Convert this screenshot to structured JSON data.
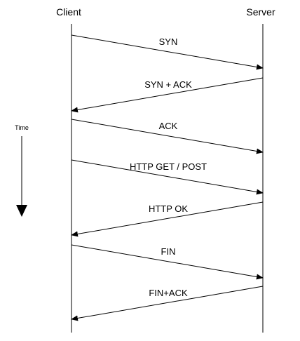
{
  "actors": {
    "client": "Client",
    "server": "Server"
  },
  "time_label": "Time",
  "messages": [
    {
      "label": "SYN",
      "from": "client",
      "to": "server"
    },
    {
      "label": "SYN + ACK",
      "from": "server",
      "to": "client"
    },
    {
      "label": "ACK",
      "from": "client",
      "to": "server"
    },
    {
      "label": "HTTP GET / POST",
      "from": "client",
      "to": "server"
    },
    {
      "label": "HTTP OK",
      "from": "server",
      "to": "client"
    },
    {
      "label": "FIN",
      "from": "client",
      "to": "server"
    },
    {
      "label": "FIN+ACK",
      "from": "server",
      "to": "client"
    }
  ],
  "colors": {
    "line": "#000000",
    "background": "#ffffff"
  }
}
